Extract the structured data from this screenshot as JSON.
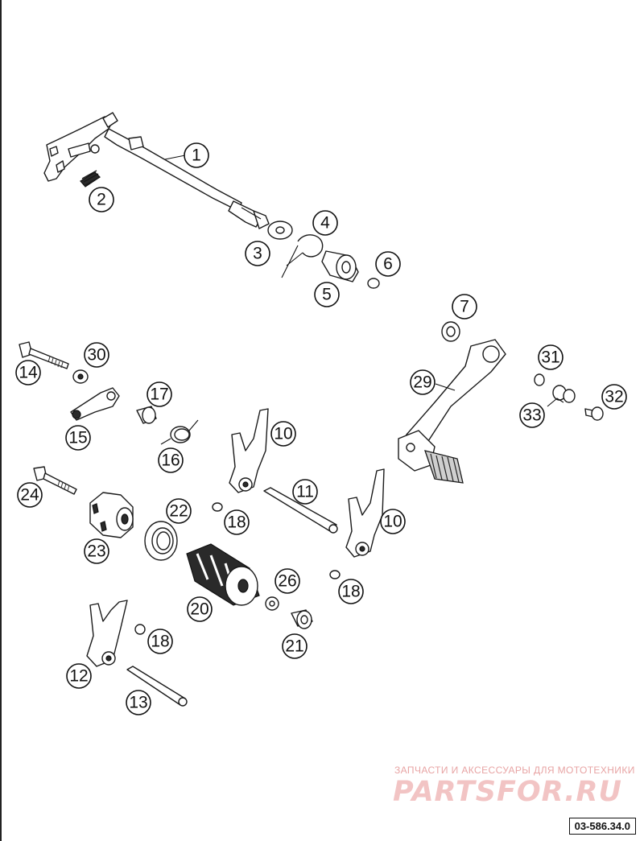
{
  "diagram": {
    "callouts": [
      {
        "id": "c1",
        "label": "1"
      },
      {
        "id": "c2",
        "label": "2"
      },
      {
        "id": "c3",
        "label": "3"
      },
      {
        "id": "c4",
        "label": "4"
      },
      {
        "id": "c5",
        "label": "5"
      },
      {
        "id": "c6",
        "label": "6"
      },
      {
        "id": "c7",
        "label": "7"
      },
      {
        "id": "c29",
        "label": "29"
      },
      {
        "id": "c31",
        "label": "31"
      },
      {
        "id": "c32",
        "label": "32"
      },
      {
        "id": "c33",
        "label": "33"
      },
      {
        "id": "c14",
        "label": "14"
      },
      {
        "id": "c30",
        "label": "30"
      },
      {
        "id": "c15",
        "label": "15"
      },
      {
        "id": "c17",
        "label": "17"
      },
      {
        "id": "c16",
        "label": "16"
      },
      {
        "id": "c10a",
        "label": "10"
      },
      {
        "id": "c11",
        "label": "11"
      },
      {
        "id": "c10b",
        "label": "10"
      },
      {
        "id": "c24",
        "label": "24"
      },
      {
        "id": "c22",
        "label": "22"
      },
      {
        "id": "c18a",
        "label": "18"
      },
      {
        "id": "c23",
        "label": "23"
      },
      {
        "id": "c18b",
        "label": "18"
      },
      {
        "id": "c26",
        "label": "26"
      },
      {
        "id": "c20",
        "label": "20"
      },
      {
        "id": "c21",
        "label": "21"
      },
      {
        "id": "c18c",
        "label": "18"
      },
      {
        "id": "c12",
        "label": "12"
      },
      {
        "id": "c13",
        "label": "13"
      }
    ]
  },
  "watermark": {
    "tagline": "ЗАПЧАСТИ И АКСЕССУАРЫ ДЛЯ МОТОТЕХНИКИ",
    "logo": "PARTSFOR.RU"
  },
  "document_code": "03-586.34.0"
}
